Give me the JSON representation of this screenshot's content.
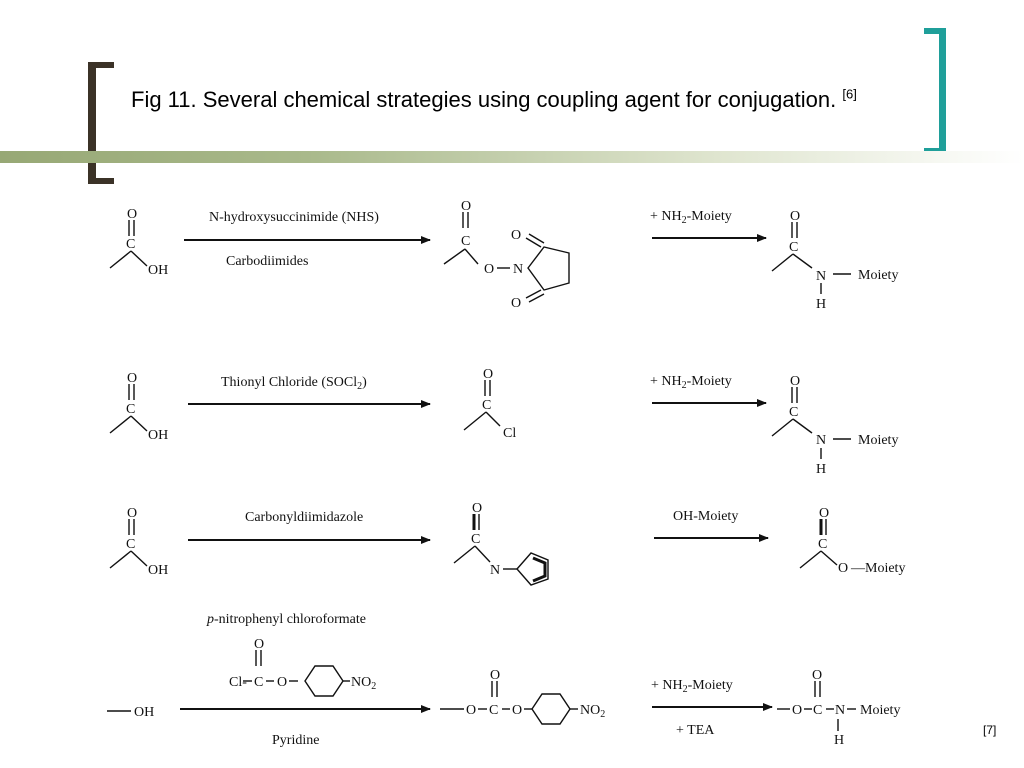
{
  "slide": {
    "title": "Fig 11.  Several chemical strategies using coupling agent for conjugation.",
    "title_citation": "[6]",
    "footnote": "[7]"
  },
  "scheme": {
    "atoms": {
      "O": "O",
      "C": "C",
      "OH": "OH",
      "N": "N",
      "H": "H",
      "Cl": "Cl",
      "Cl_dash": "Cl-",
      "NO2": "NO",
      "NO2_sub": "2"
    },
    "moiety": "Moiety",
    "nh2_moiety": {
      "pre": "+ NH",
      "sub": "2",
      "post": "-Moiety"
    },
    "row1": {
      "reagent": "N-hydroxysuccinimide (NHS)",
      "reagent_below": "Carbodiimides"
    },
    "row2": {
      "reagent_pre": "Thionyl Chloride (SOCl",
      "reagent_sub": "2",
      "reagent_post": ")"
    },
    "row3": {
      "reagent": "Carbonyldiimidazole",
      "step2": "OH-Moiety"
    },
    "row4": {
      "reagent_italic": "p",
      "reagent_rest": "-nitrophenyl chloroformate",
      "reagent_below": "Pyridine",
      "step2_below": "+ TEA"
    }
  }
}
